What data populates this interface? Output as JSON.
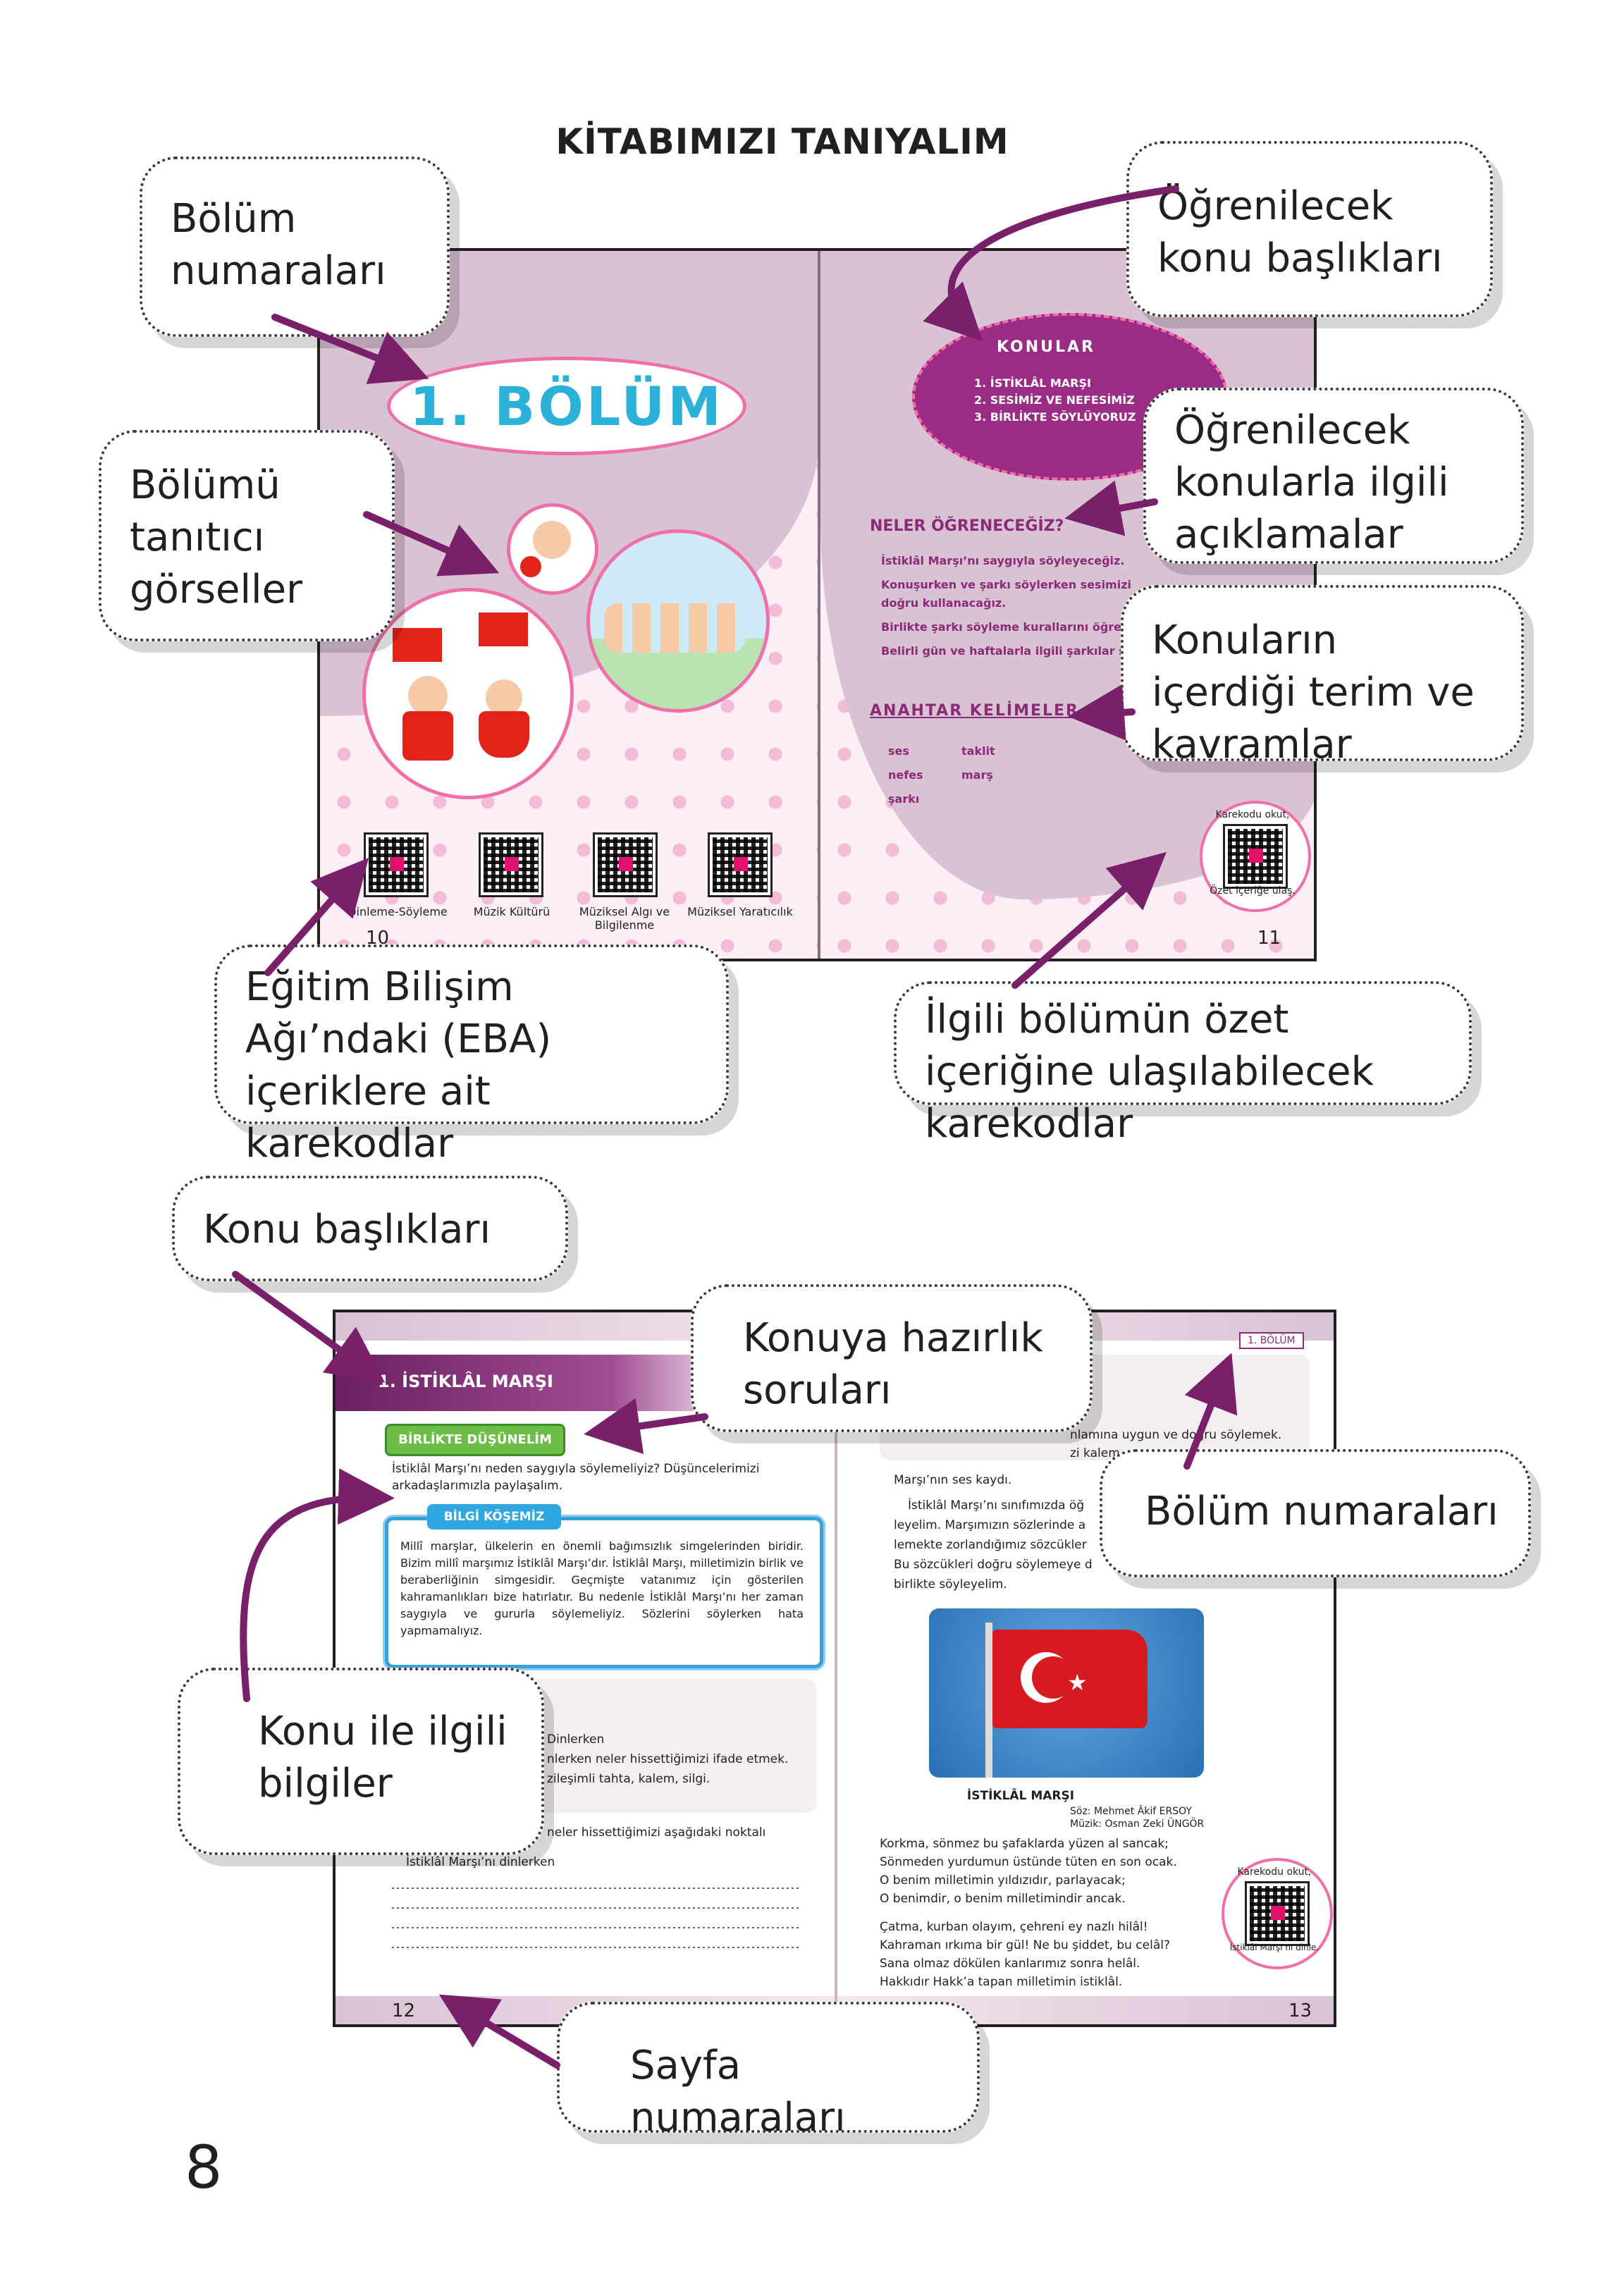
{
  "title": "KİTABIMIZI TANIYALIM",
  "page_number": "8",
  "colors": {
    "accent": "#7a1f6a",
    "page_pink": "#fbeef5",
    "panel_mauve": "#d9c2d3"
  },
  "callouts": {
    "bolum_numaralari": "Bölüm numaraları",
    "bolumu_tanitici": "Bölümü tanıtıcı görseller",
    "eba": "Eğitim Bilişim Ağı’ndaki (EBA) içeriklere ait karekodlar",
    "konu_basliklari_ogrenilecek": "Öğrenilecek konu başlıkları",
    "aciklamalar": "Öğrenilecek konularla ilgili açıklamalar",
    "terim": "Konuların içerdiği terim ve kavramlar",
    "ozet": "İlgili bölümün özet içeriğine ulaşılabilecek karekodlar",
    "konu_basliklari": "Konu başlıkları",
    "hazirlik": "Konuya hazırlık soruları",
    "bolum_numaralari_2": "Bölüm numaraları",
    "bilgiler": "Konu ile ilgili bilgiler",
    "sayfa": "Sayfa numaraları"
  },
  "spread1": {
    "bolum_logo": "1. BÖLÜM",
    "qr_labels": [
      "Dinleme-Söyleme",
      "Müzik Kültürü",
      "Müziksel Algı ve Bilgilenme",
      "Müziksel Yaratıcılık"
    ],
    "left_page": "10",
    "right_page": "11",
    "konular_title": "KONULAR",
    "konular": [
      "1. İSTİKLÂL MARŞI",
      "2. SESİMİZ VE NEFESİMİZ",
      "3. BİRLİKTE SÖYLÜYORUZ"
    ],
    "neler_title": "NELER ÖĞRENECEĞİZ?",
    "neler": [
      "İstiklâl Marşı’nı saygıyla söyleyeceğiz.",
      "Konuşurken ve şarkı söylerken sesimizi",
      "doğru kullanacağız.",
      "Birlikte şarkı söyleme kurallarını öğreneceğiz.",
      "Belirli gün ve haftalarla ilgili şarkılar söyleyeceğiz."
    ],
    "anahtar_title": "ANAHTAR KELİMELER",
    "anahtar": [
      "ses",
      "taklit",
      "nefes",
      "marş",
      "şarkı"
    ],
    "karekod_top": "Karekodu okut,",
    "karekod_bottom": "Özet içeriğe ulaş."
  },
  "spread2": {
    "topic_title": "1. İSTİKLÂL MARŞI",
    "birlikte": "BİRLİKTE DÜŞÜNELİM",
    "birlikte_text": "İstiklâl Marşı’nı neden saygıyla söylemeliyiz? Düşüncelerimizi arkadaşlarımızla paylaşalım.",
    "bilgi_title": "BİLGİ KÖŞEMİZ",
    "bilgi_text": "Millî marşlar, ülkelerin en önemli bağımsızlık simgelerinden biridir. Bizim millî marşımız İstiklâl Marşı’dır. İstiklâl Marşı, milletimizin birlik ve beraberliğinin simgesidir. Geçmişte vatanımız için gösterilen kahramanlıkları bize hatırlatır. Bu nedenle İstiklâl Marşı’nı her zaman saygıyla ve gururla söylemeliyiz. Sözlerini söylerken hata yapmamalıyız.",
    "etkinlik_line1": "Dinlerken",
    "etkinlik_line2": "nlerken neler hissettiğimizi ifade etmek.",
    "etkinlik_line3": "zileşimli tahta, kalem, silgi.",
    "etkinlik_line4": "neler hissettiğimizi aşağıdaki noktalı",
    "fill_prompt": "İstiklâl Marşı’nı dinlerken",
    "right_line1": "nlamına uygun ve doğru söylemek.",
    "right_line2": "zi kalem",
    "right_line3": "Marşı’nın ses kaydı.",
    "right_para": [
      "İstiklâl Marşı’nı sınıfımızda öğ",
      "leyelim. Marşımızın sözlerinde a",
      "lemekte zorlandığımız sözcükler",
      "Bu sözcükleri doğru söylemeye d",
      "birlikte söyleyelim."
    ],
    "chapter_tag": "1. BÖLÜM",
    "song_title": "İSTİKLÂL MARŞI",
    "soz": "Söz: Mehmet Âkif ERSOY",
    "muzik": "Müzik: Osman Zeki ÜNGÖR",
    "verse1": [
      "Korkma, sönmez bu şafaklarda yüzen al sancak;",
      "Sönmeden yurdumun üstünde tüten en son ocak.",
      "O benim milletimin yıldızıdır, parlayacak;",
      "O benimdir, o benim milletimindir ancak."
    ],
    "verse2": [
      "Çatma, kurban olayım, çehreni ey nazlı hilâl!",
      "Kahraman ırkıma bir gül! Ne bu şiddet, bu celâl?",
      "Sana olmaz dökülen kanlarımız sonra helâl.",
      "Hakkıdır Hakk’a tapan milletimin istiklâl."
    ],
    "karekod_top": "Karekodu okut,",
    "karekod_bottom": "İstiklâl Marşı’nı dinle.",
    "left_page": "12",
    "right_page": "13"
  }
}
